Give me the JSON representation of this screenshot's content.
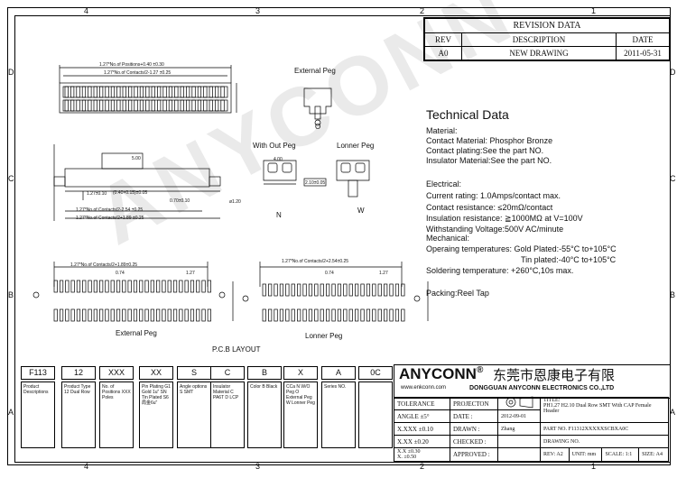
{
  "zones": {
    "top": [
      "4",
      "3",
      "2",
      "1"
    ],
    "bottom": [
      "4",
      "3",
      "2",
      "1"
    ],
    "left": [
      "D",
      "C",
      "B",
      "A"
    ],
    "right": [
      "D",
      "C",
      "B",
      "A"
    ]
  },
  "revision": {
    "title": "REVISION DATA",
    "headers": [
      "REV",
      "DESCRIPTION",
      "DATE"
    ],
    "row": [
      "A0",
      "NEW DRAWING",
      "2011-05-31"
    ]
  },
  "tech": {
    "title": "Technical Data",
    "material": "Material:",
    "contact_material": "Contact Material: Phosphor  Bronze",
    "contact_plating": "Contact plating:See  the part  NO.",
    "insulator": "Insulator Material:See the part NO.",
    "electrical": "Electrical:",
    "current": "Current rating: 1.0Amps/contact max.",
    "resistance": "Contact resistance: ≤20mΩ/contact",
    "insulation": "Insulation resistance: ≧1000MΩ at V=100V",
    "withstanding": "Withstanding Voltage:500V AC/minute",
    "mechanical": "Mechanical:",
    "op_temp_gold": "Operaing temperatures: Gold Plated:-55°C to+105°C",
    "op_temp_tin": "Tin plated:-40°C to+105°C",
    "soldering": "Soldering temperature: +260°C,10s max.",
    "packing": "Packing:Reel Tap"
  },
  "views": {
    "external_peg_top": "External Peg",
    "o_label": "O",
    "with_out_peg": "With Out Peg",
    "lonner_peg_top": "Lonner Peg",
    "n_label": "N",
    "w_label": "W",
    "external_peg_layout": "External Peg",
    "lonner_peg_layout": "Lonner Peg",
    "pcb_layout": "P.C.B LAYOUT"
  },
  "dims": {
    "d_top1": "1.27*No.of  Positions+0.40  ±0.30",
    "d_top2": "1.27*No.of  Contacts/2-1.27  ±0.25",
    "d_mid1": "1.27±0.10",
    "d_mid2": "(0.40×0.15)±0.05",
    "d_mid3": "0.70±0.10",
    "d_mid4": "1.27*No.of  Contacts/2-2.54  ±0.25",
    "d_mid5": "1.27*No.of  Contacts/2+1.89  ±0.25",
    "d_pcb_ext": "1.27*No.of  Contacts/2+1.89±0.25",
    "d_pcb_lon": "1.27*No.of  Contacts/2+2.54±0.25",
    "d_074": "0.74",
    "d_127": "1.27",
    "d_500": "5.00",
    "d_400": "4.00",
    "d_phi": "ø1.20",
    "d_210": "2.10±0.05"
  },
  "part_code": {
    "codes": [
      "F113",
      "12",
      "XXX",
      "XX",
      "S",
      "C",
      "B",
      "X",
      "A",
      "0C"
    ],
    "descs": [
      "Product Descriptions",
      "Product Type 12 Dual Row",
      "No. of Positions XXX Poles",
      "Pin Plating G1 Gold 1u\" SN Tin Plated S6 局金6u\"",
      "Angle options S  SMT",
      "Insulator Material C  PA6T D  LCP",
      "Color B  Black",
      "CCa N W/O Peg O External Peg W Lonner Peg",
      "Series NO.",
      ""
    ]
  },
  "company": {
    "logo": "ANYCONN",
    "reg": "®",
    "chinese": "东莞市恩康电子有限",
    "website": "www.enkconn.com",
    "english": "DONGGUAN  ANYCONN ELECTRONICS CO.,LTD",
    "watermark": "ANYCONN"
  },
  "titleblock": {
    "tolerance": "TOLERANCE",
    "angle": "ANGLE  ±5°",
    "x_xxx": "X.XXX",
    "x_xxx_v": "±0.10",
    "x_xx": "X.XX",
    "x_xx_v": "±0.20",
    "x_x": "X.X",
    "x_x_v": "±0.30",
    "x": "X.",
    "x_v": "±0.50",
    "projection": "PROJECTON",
    "title_label": "TITLE:",
    "title_value": "PH1.27 H2.10 Dual Row SMT  With CAP Female Header",
    "date_label": "DATE :",
    "date_value": "2012-09-01",
    "part_no_label": "PART NO.",
    "part_no_value": "F11312XXXXXSCBXA0C",
    "drawn_label": "DRAWN :",
    "drawn_value": "Zhang",
    "drawing_no_label": "DRAWING NO.",
    "checked_label": "CHECKED :",
    "approved_label": "APPROVED :",
    "rev_label": "REV:",
    "rev_value": "A2",
    "unit_label": "UNIT:",
    "unit_value": "mm",
    "scale_label": "SCALE:",
    "scale_value": "1:1",
    "size_label": "SIZE:",
    "size_value": "A4"
  }
}
